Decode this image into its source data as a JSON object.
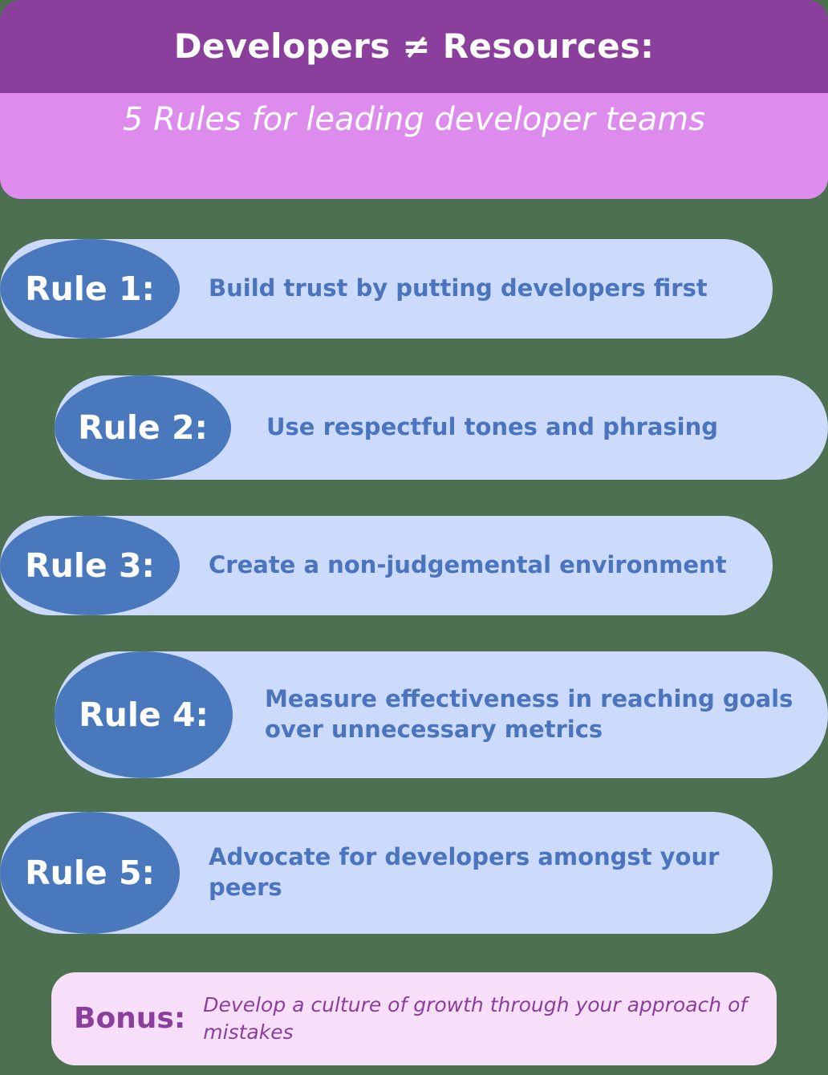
{
  "theme": {
    "background": "#4d7150",
    "header_band_dark": "#8b3f9d",
    "header_band_light": "#dd8cee",
    "badge_blue": "#4a78bc",
    "bar_light_blue": "#ccdbfb",
    "rule_text_blue": "#4a74be",
    "bonus_background": "#f7dffa",
    "bonus_text_purple": "#8b3f9d",
    "header_text": "#ffffff"
  },
  "header": {
    "title": "Developers ≠ Resources:",
    "subtitle": "5 Rules for leading developer teams"
  },
  "rules": [
    {
      "badge": "Rule 1:",
      "text": "Build trust by putting developers first"
    },
    {
      "badge": "Rule 2:",
      "text": "Use respectful tones and phrasing"
    },
    {
      "badge": "Rule 3:",
      "text": "Create a non-judgemental environment"
    },
    {
      "badge": "Rule 4:",
      "text": "Measure effectiveness in reaching goals over unnecessary metrics"
    },
    {
      "badge": "Rule 5:",
      "text": "Advocate for developers amongst your peers"
    }
  ],
  "bonus": {
    "label": "Bonus:",
    "text": "Develop a culture of growth through your approach of mistakes"
  }
}
